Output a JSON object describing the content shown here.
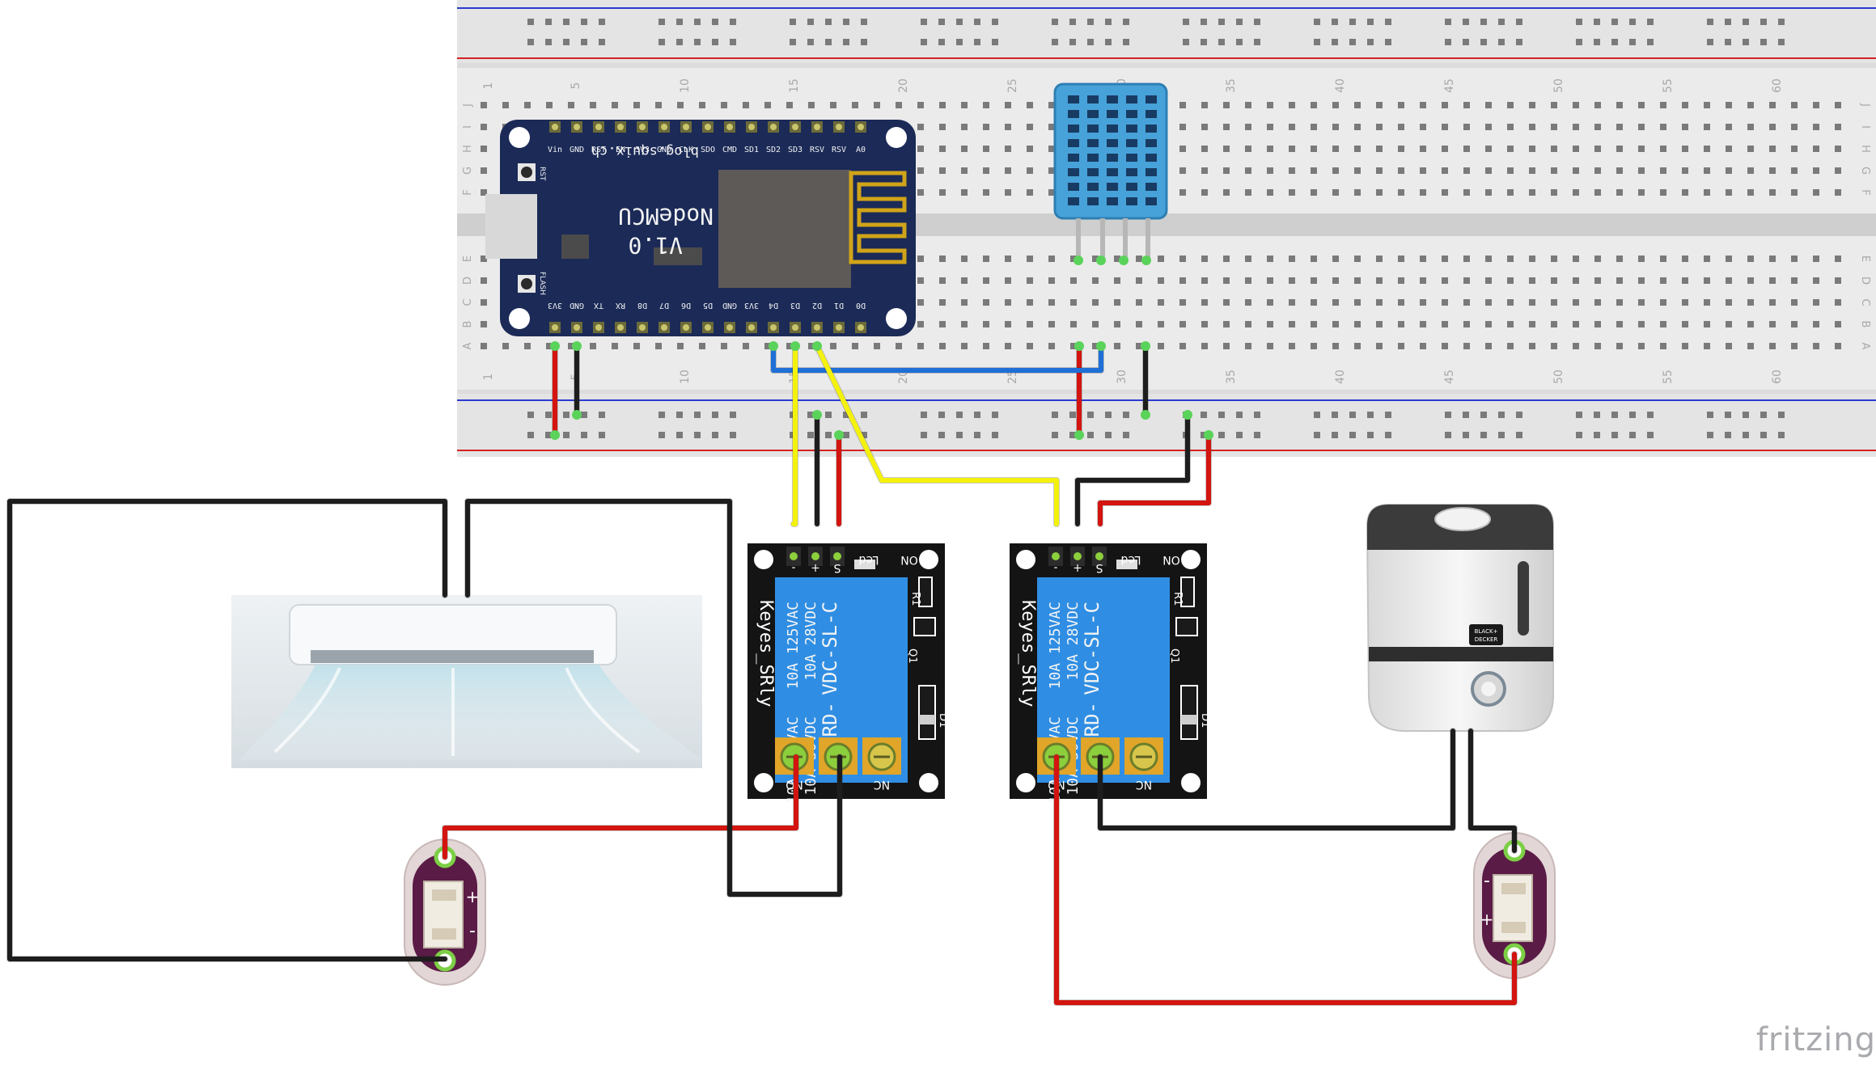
{
  "app": {
    "watermark": "fritzing"
  },
  "colors": {
    "wire_power": "#d3140f",
    "wire_ground": "#1d1d1d",
    "wire_signal": "#f4f20d",
    "wire_data": "#1f6fd6",
    "breadboard": "#e6e6e6",
    "nodemcu": "#1b2a57",
    "relay_pcb": "#141414",
    "relay_body": "#2f8ee3",
    "sensor": "#47a2d9",
    "connector": "#5a1b46"
  },
  "breadboard": {
    "row_labels_left": [
      "J",
      "I",
      "H",
      "G",
      "F",
      "E",
      "D",
      "C",
      "B",
      "A"
    ],
    "column_numbers": [
      "1",
      "5",
      "10",
      "15",
      "20",
      "25",
      "30",
      "35",
      "40",
      "45",
      "50",
      "55",
      "60"
    ]
  },
  "nodemcu": {
    "name": "NodeMCU",
    "version": "V1.0",
    "site": "blog.squix.ch",
    "top_pins": [
      "Vin",
      "GND",
      "RST",
      "EN",
      "3V3",
      "GND",
      "CLK",
      "SDO",
      "CMD",
      "SD1",
      "SD2",
      "SD3",
      "RSV",
      "RSV",
      "A0"
    ],
    "bottom_pins": [
      "3V3",
      "GND",
      "TX",
      "RX",
      "D8",
      "D7",
      "D6",
      "D5",
      "GND",
      "3V3",
      "D4",
      "D3",
      "D2",
      "D1",
      "D0"
    ],
    "rst_label": "RST",
    "flash_label": "FLASH"
  },
  "relays": [
    {
      "brand": "Keyes_SRly",
      "model": "SRD-",
      "rating_lines": [
        "10A 250VAC",
        "10A 30VDC",
        "10A 125VAC",
        "10A 28VDC"
      ],
      "coil": "VDC-SL-C",
      "pins": [
        "-",
        "+",
        "S"
      ],
      "led_label": "Led",
      "on_label": "ON",
      "r1_label": "R1",
      "q1_label": "Q1",
      "d1_label": "D1",
      "no_label": "NO",
      "nc_label": "NC"
    },
    {
      "brand": "Keyes_SRly",
      "model": "SRD-",
      "rating_lines": [
        "10A 250VAC",
        "10A 30VDC",
        "10A 125VAC",
        "10A 28VDC"
      ],
      "coil": "VDC-SL-C",
      "pins": [
        "-",
        "+",
        "S"
      ],
      "led_label": "Led",
      "on_label": "ON",
      "r1_label": "R1",
      "q1_label": "Q1",
      "d1_label": "D1",
      "no_label": "NO",
      "nc_label": "NC"
    }
  ],
  "connectors": [
    {
      "plus": "+",
      "minus": "-"
    },
    {
      "plus": "+",
      "minus": "-"
    }
  ],
  "humidifier": {
    "brand_line1": "BLACK+",
    "brand_line2": "DECKER"
  }
}
